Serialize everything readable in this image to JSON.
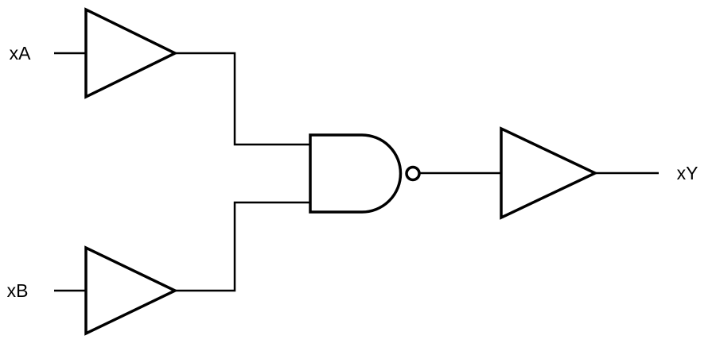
{
  "diagram": {
    "type": "logic-circuit",
    "inputs": [
      {
        "label": "xA"
      },
      {
        "label": "xB"
      }
    ],
    "output": {
      "label": "xY"
    },
    "gates": [
      {
        "name": "input-buffer-a",
        "type": "buffer"
      },
      {
        "name": "input-buffer-b",
        "type": "buffer"
      },
      {
        "name": "nand-gate",
        "type": "nand"
      },
      {
        "name": "output-buffer",
        "type": "buffer"
      }
    ],
    "colors": {
      "stroke": "#000000",
      "background": "#ffffff"
    }
  }
}
